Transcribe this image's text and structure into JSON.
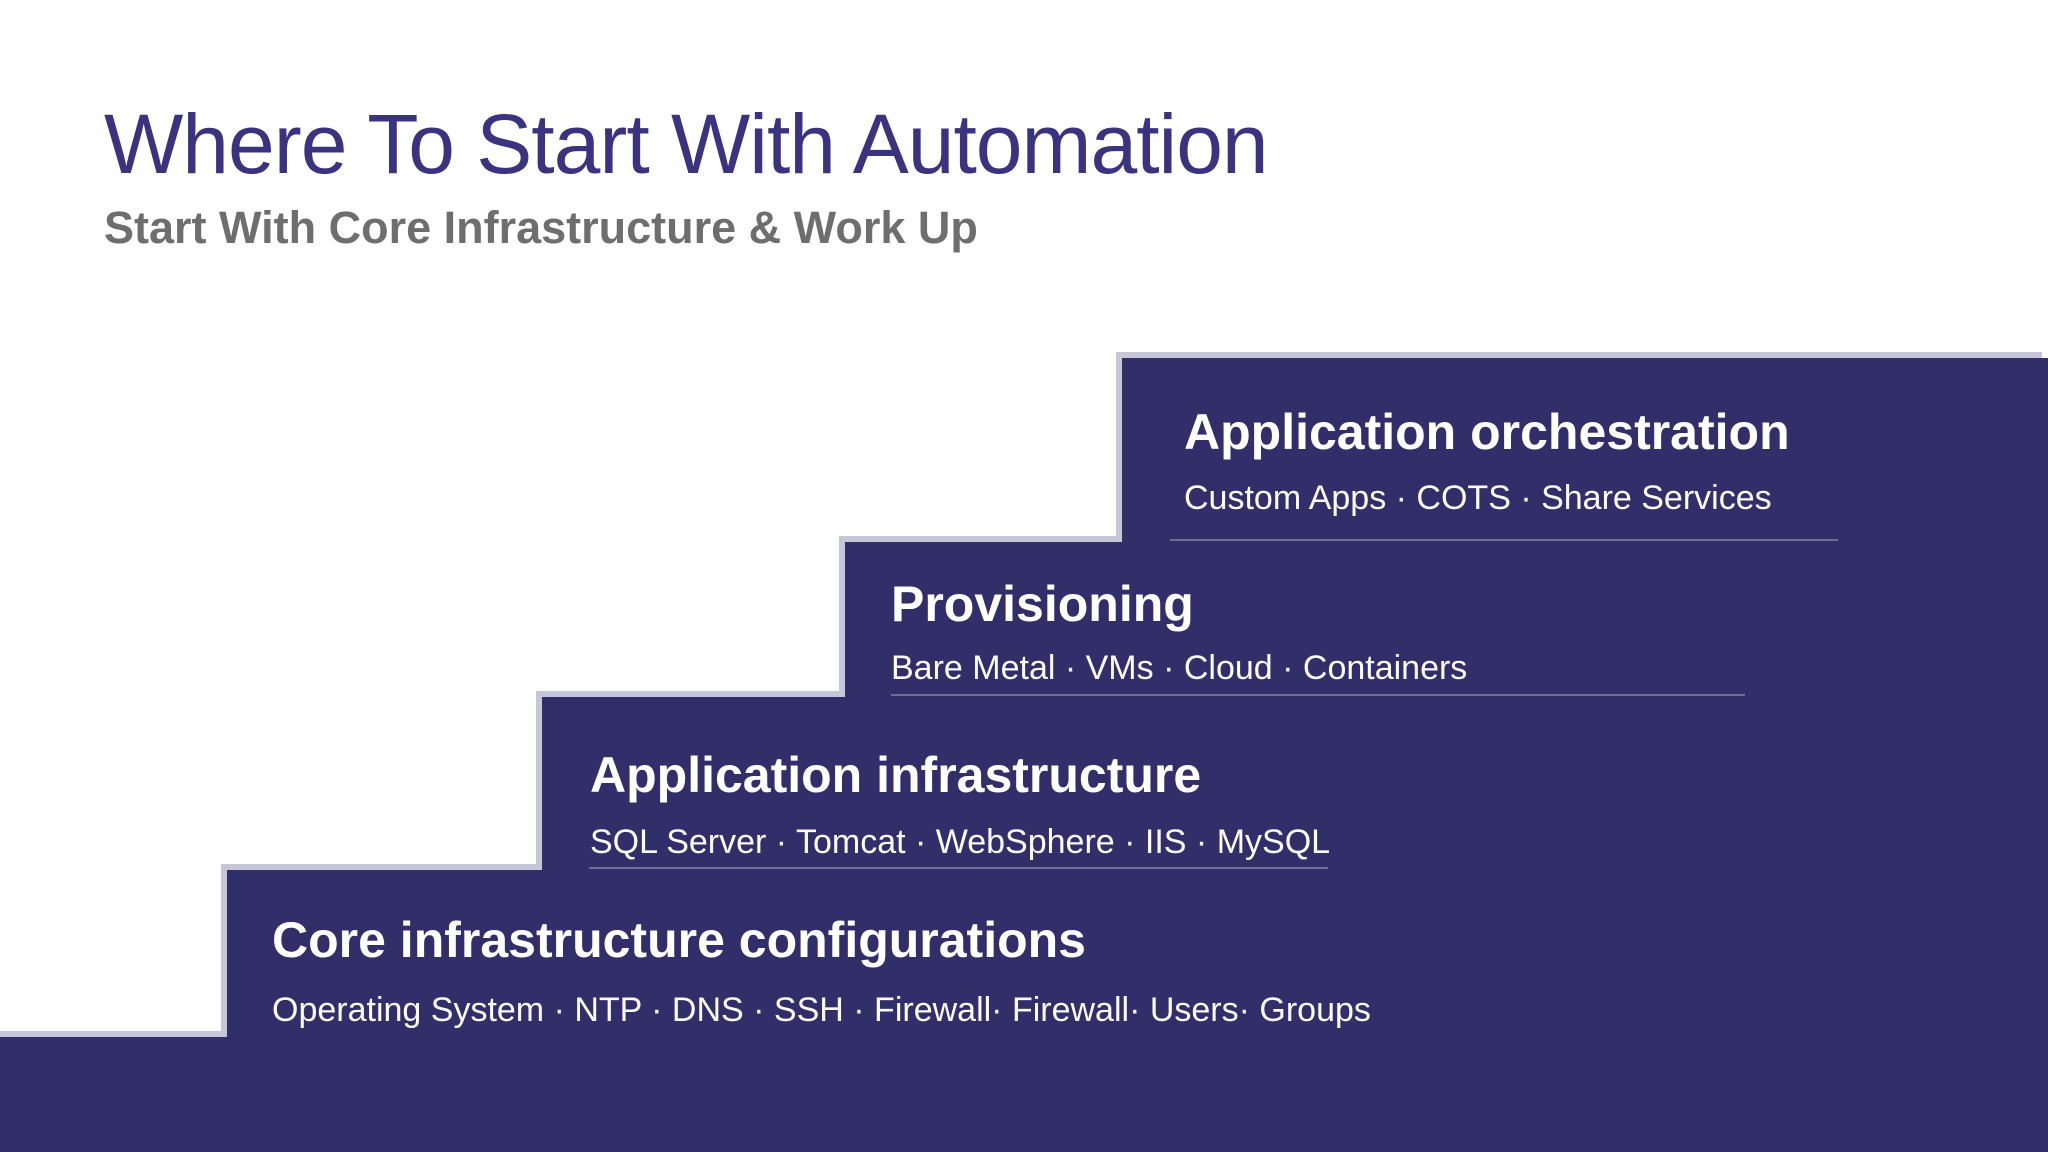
{
  "slide": {
    "title": "Where To Start With Automation",
    "subtitle": "Start With Core Infrastructure & Work Up"
  },
  "steps": [
    {
      "id": "application-orchestration",
      "heading": "Application orchestration",
      "items": "Custom Apps · COTS · Share Services"
    },
    {
      "id": "provisioning",
      "heading": "Provisioning",
      "items": "Bare Metal · VMs · Cloud · Containers"
    },
    {
      "id": "application-infrastructure",
      "heading": "Application infrastructure",
      "items": "SQL Server · Tomcat · WebSphere · IIS · MySQL"
    },
    {
      "id": "core-infrastructure-configurations",
      "heading": "Core infrastructure configurations",
      "items": "Operating System · NTP · DNS · SSH · Firewall· Firewall· Users· Groups"
    }
  ],
  "colors": {
    "step_fill": "#322e6a",
    "step_shadow": "#c7c6d8",
    "divider": "rgba(255,255,255,0.30)",
    "title_text": "#3a3380",
    "subtitle_text": "#6e6e6e",
    "step_text": "#ffffff",
    "background": "#ffffff"
  }
}
